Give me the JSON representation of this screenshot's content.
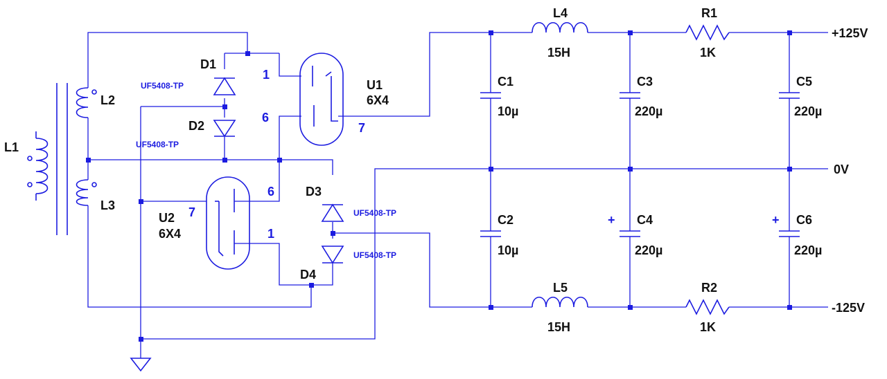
{
  "title": "",
  "components": {
    "L1": {
      "ref": "L1"
    },
    "L2": {
      "ref": "L2"
    },
    "L3": {
      "ref": "L3"
    },
    "L4": {
      "ref": "L4",
      "value": "15H"
    },
    "L5": {
      "ref": "L5",
      "value": "15H"
    },
    "R1": {
      "ref": "R1",
      "value": "1K"
    },
    "R2": {
      "ref": "R2",
      "value": "1K"
    },
    "C1": {
      "ref": "C1",
      "value": "10µ"
    },
    "C2": {
      "ref": "C2",
      "value": "10µ"
    },
    "C3": {
      "ref": "C3",
      "value": "220µ"
    },
    "C4": {
      "ref": "C4",
      "value": "220µ",
      "polarity": "+"
    },
    "C5": {
      "ref": "C5",
      "value": "220µ"
    },
    "C6": {
      "ref": "C6",
      "value": "220µ",
      "polarity": "+"
    },
    "D1": {
      "ref": "D1",
      "part": "UF5408-TP"
    },
    "D2": {
      "ref": "D2",
      "part": "UF5408-TP"
    },
    "D3": {
      "ref": "D3",
      "part": "UF5408-TP"
    },
    "D4": {
      "ref": "D4",
      "part": "UF5408-TP"
    },
    "U1": {
      "ref": "U1",
      "part": "6X4",
      "pins": {
        "a1": "1",
        "a2": "6",
        "k": "7"
      }
    },
    "U2": {
      "ref": "U2",
      "part": "6X4",
      "pins": {
        "a1": "6",
        "a2": "1",
        "k": "7"
      }
    }
  },
  "nets": {
    "pos": "+125V",
    "zero": "0V",
    "neg": "-125V"
  },
  "colors": {
    "wire": "#1c1ce0",
    "label": "#111111",
    "background": "#ffffff"
  }
}
